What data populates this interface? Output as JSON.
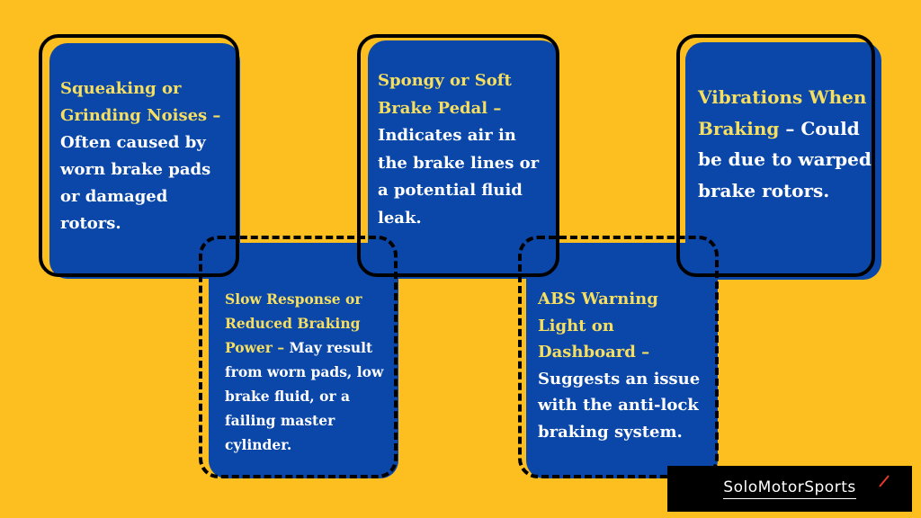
{
  "cards": [
    {
      "highlight": "Squeaking or Grinding Noises –",
      "body": "Often caused by worn brake pads or damaged rotors."
    },
    {
      "highlight": "Spongy or Soft Brake Pedal –",
      "body": "Indicates air in the brake lines or a potential fluid leak."
    },
    {
      "highlight": "Vibrations When Braking",
      "body": "– Could be due to warped brake rotors."
    },
    {
      "highlight": "Slow Response or Reduced Braking Power –",
      "body": "May result from worn pads, low brake fluid, or a failing master cylinder."
    },
    {
      "highlight": "ABS Warning Light on Dashboard –",
      "body": "Suggests an issue with the anti-lock braking system."
    }
  ],
  "logo": {
    "text": "SoloMotorSports"
  },
  "colors": {
    "background": "#fdbf1f",
    "card": "#0a47a8",
    "highlight": "#f6df60",
    "outline": "#000000"
  }
}
